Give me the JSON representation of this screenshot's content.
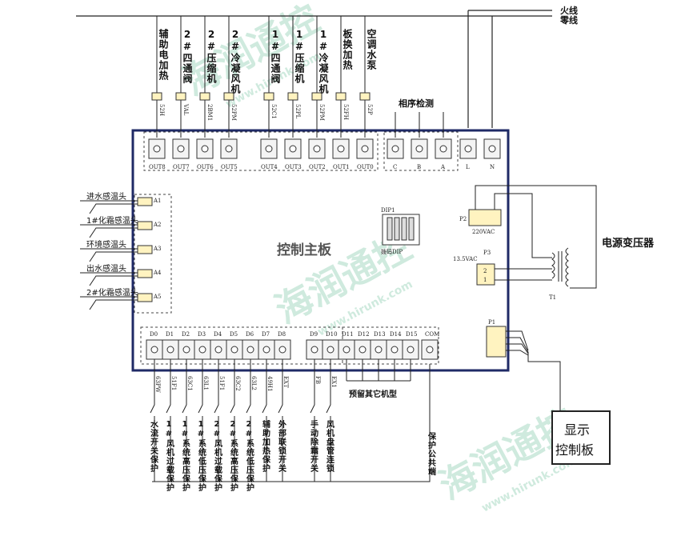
{
  "power": {
    "live": "火线",
    "neutral": "零线"
  },
  "top_terminals": [
    {
      "label": "辅助电加热",
      "code": "52H",
      "out": "OUT8"
    },
    {
      "label": "2#四通阀",
      "code": "VAL",
      "out": "OUT7"
    },
    {
      "label": "2#压缩机",
      "code": "2BM1",
      "out": "OUT6"
    },
    {
      "label": "2#冷凝风机",
      "code": "52PM",
      "out": "OUT5"
    },
    {
      "label": "1#四通阀",
      "code": "52C1",
      "out": "OUT4"
    },
    {
      "label": "1#压缩机",
      "code": "52PL",
      "out": "OUT3"
    },
    {
      "label": "1#冷凝风机",
      "code": "52PM",
      "out": "OUT2"
    },
    {
      "label": "板换加热",
      "code": "52FH",
      "out": "OUT1"
    },
    {
      "label": "空调水泵",
      "code": "52P",
      "out": "OUT0"
    }
  ],
  "phase_detect": {
    "title": "相序检测",
    "terminals": [
      "C",
      "B",
      "A"
    ]
  },
  "power_terminals": [
    "L",
    "N"
  ],
  "board": {
    "title": "控制主板"
  },
  "sensors": [
    {
      "label": "进水感温头",
      "port": "A1"
    },
    {
      "label": "1#化霜感温头",
      "port": "A2"
    },
    {
      "label": "环境感温头",
      "port": "A3"
    },
    {
      "label": "出水感温头",
      "port": "A4"
    },
    {
      "label": "2#化霜感温头",
      "port": "A5"
    }
  ],
  "dip": {
    "title": "DIP1",
    "sub": "拨码DIP"
  },
  "p2": {
    "name": "P2",
    "voltage": "220VAC"
  },
  "p3": {
    "name": "P3",
    "voltage": "13.5VAC",
    "pins": [
      "2",
      "1"
    ]
  },
  "transformer": {
    "title": "电源变压器",
    "name": "T1"
  },
  "p1": {
    "name": "P1"
  },
  "bottom_terminals": [
    "D0",
    "D1",
    "D2",
    "D3",
    "D4",
    "D5",
    "D6",
    "D7",
    "D8",
    "D9",
    "D10",
    "D11",
    "D12",
    "D13",
    "D14",
    "D15",
    "COM"
  ],
  "reserved": "预留其它机型",
  "inputs": [
    {
      "label": "水流开关保护",
      "code": "63PW"
    },
    {
      "label": "1#风机过载保护",
      "code": "51F1"
    },
    {
      "label": "1#系统高压保护",
      "code": "63C1"
    },
    {
      "label": "1#系统低压保护",
      "code": "63L1"
    },
    {
      "label": "2#风机过载保护",
      "code": "51F1"
    },
    {
      "label": "2#系统高压保护",
      "code": "63C2"
    },
    {
      "label": "2#系统低压保护",
      "code": "63L2"
    },
    {
      "label": "辅助加热保护",
      "code": "49H1"
    },
    {
      "label": "外部联锁开关",
      "code": "EXT"
    },
    {
      "label": "手动除霜开关",
      "code": "FB"
    },
    {
      "label": "风机盘管连锁",
      "code": "EX1"
    }
  ],
  "common": "保护公共端",
  "display": {
    "line1": "显示",
    "line2": "控制板"
  },
  "watermark": {
    "brand": "海润通控",
    "url": "www.hirunk.com"
  }
}
